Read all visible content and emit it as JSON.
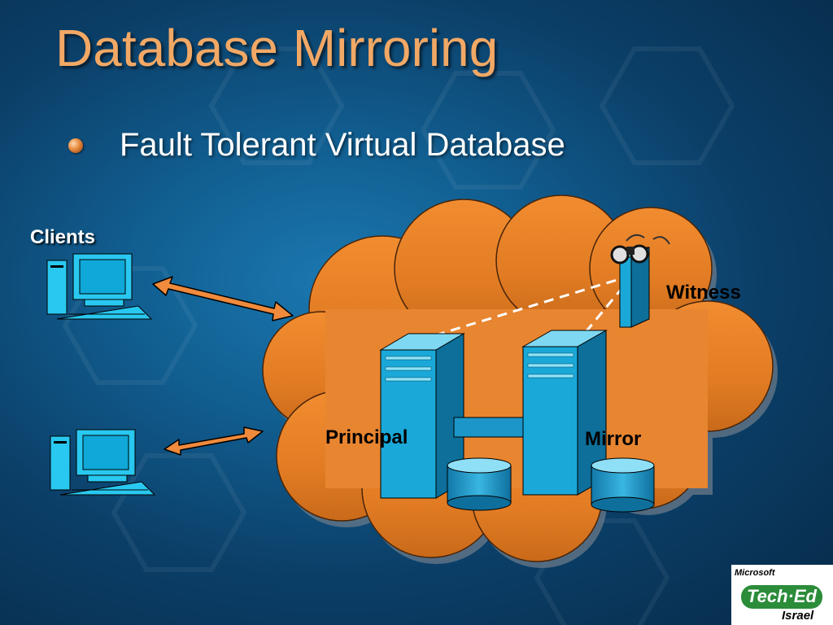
{
  "slide": {
    "title": "Database Mirroring",
    "bullets": [
      {
        "text": "Fault Tolerant Virtual Database"
      }
    ]
  },
  "diagram": {
    "labels": {
      "clients": "Clients",
      "witness": "Witness",
      "principal": "Principal",
      "mirror": "Mirror"
    },
    "colors": {
      "cloud": "#e88530",
      "server": "#1aa8d8",
      "arrow": "#f08a3c",
      "monitor_screen": "#29c8f0"
    }
  },
  "logo": {
    "brand": "Microsoft",
    "product": "Tech·Ed",
    "region": "Israel"
  }
}
